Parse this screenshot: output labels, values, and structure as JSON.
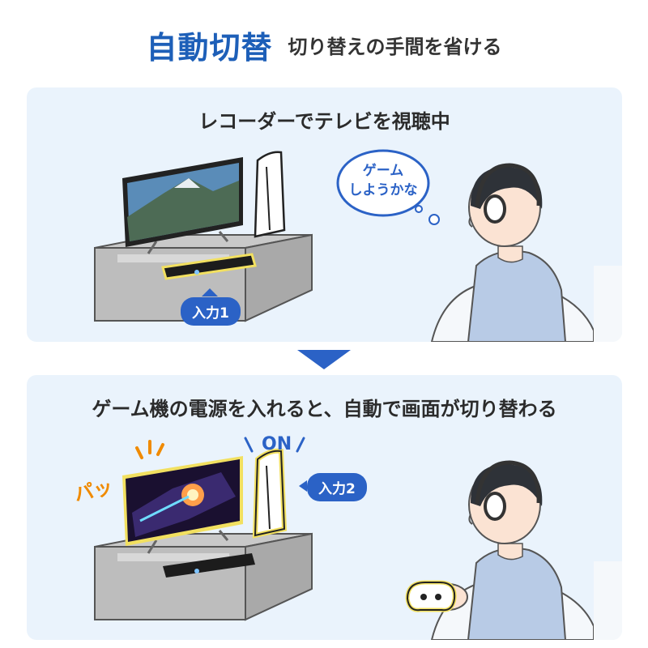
{
  "header": {
    "title": "自動切替",
    "subtitle": "切り替えの手間を省ける"
  },
  "panel_top": {
    "caption": "レコーダーでテレビを視聴中",
    "speech_line1": "ゲーム",
    "speech_line2": "しようかな",
    "input_label": "入力1"
  },
  "panel_bottom": {
    "caption": "ゲーム機の電源を入れると、自動で画面が切り替わる",
    "on_label": "ON",
    "flash_label": "パッ",
    "input_label": "入力2"
  },
  "colors": {
    "accent": "#2b62c6",
    "title": "#1d5fb8",
    "panel_bg": "#eaf3fc",
    "highlight": "#f2e060",
    "flash": "#f08a00"
  }
}
